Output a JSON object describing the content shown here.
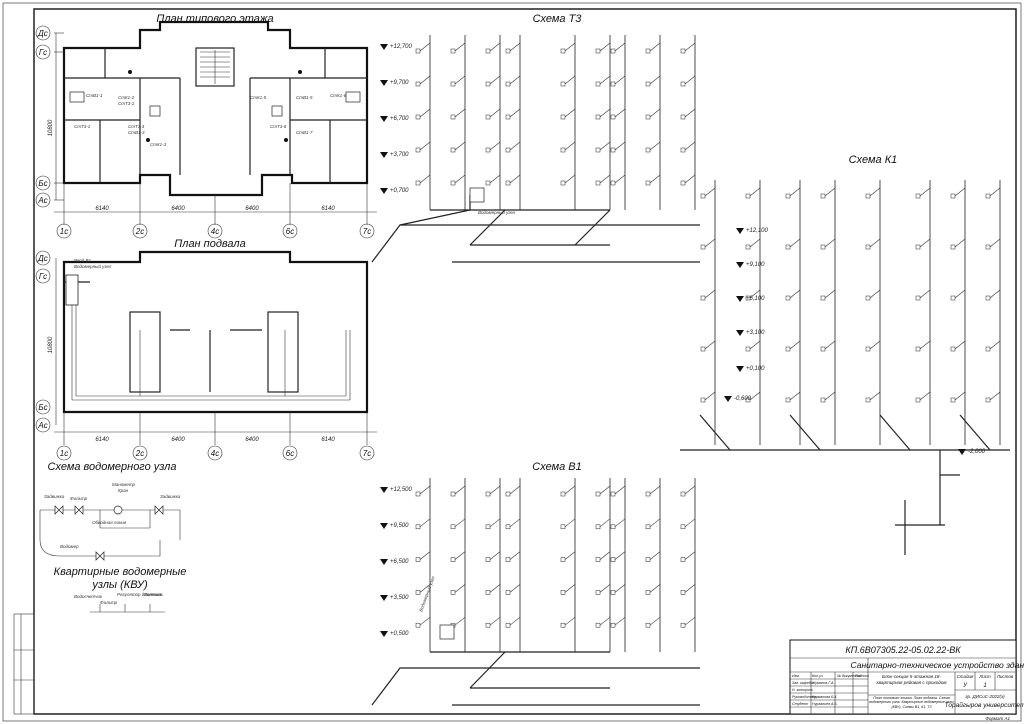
{
  "floor_plan": {
    "title": "План типового этажа",
    "axes_rows": [
      "Дс",
      "Гс",
      "Бс",
      "Ас"
    ],
    "axes_cols": [
      "1с",
      "2с",
      "4с",
      "6с",
      "7с"
    ],
    "dims": [
      "6140",
      "6400",
      "6400",
      "6140"
    ],
    "height_dim": "10800"
  },
  "basement_plan": {
    "title": "План подвала",
    "axes_rows": [
      "Дс",
      "Гс",
      "Бс",
      "Ас"
    ],
    "axes_cols": [
      "1с",
      "2с",
      "4с",
      "6с",
      "7с"
    ],
    "dims": [
      "6140",
      "6400",
      "6400",
      "6140"
    ],
    "height_dim": "10800",
    "labels": [
      "Ввод В1",
      "Водомерный узел"
    ]
  },
  "t3_scheme": {
    "title": "Схема Т3",
    "levels": [
      "+12,700",
      "+9,700",
      "+6,700",
      "+3,700",
      "+0,700"
    ],
    "label_unit": "Водомерный узел"
  },
  "k1_scheme": {
    "title": "Схема К1",
    "levels": [
      "+12,100",
      "+9,100",
      "+6,100",
      "+3,100",
      "+0,100",
      "-0,600",
      "-2,000"
    ]
  },
  "b1_scheme": {
    "title": "Схема В1",
    "levels": [
      "+12,500",
      "+9,500",
      "+6,500",
      "+3,500",
      "+0,500"
    ],
    "label_unit": "Водомерный узел"
  },
  "meter_unit": {
    "title": "Схема водомерного узла",
    "labels": [
      "Задвижка",
      "Фильтр",
      "Манометр",
      "Кран",
      "Задвижка",
      "Обводная линия",
      "Водомер"
    ]
  },
  "apt_meter": {
    "title_line1": "Квартирные водомерные",
    "title_line2": "узлы (КВУ)",
    "labels": [
      "Водосчетчик",
      "Регулятор давления",
      "Фильтр",
      "Вентиль"
    ]
  },
  "title_block": {
    "code": "КП.6В07305.22-05.02.22-ВК",
    "main_title": "Санитарно-техническое устройство зданий",
    "object": "Блок-секция 5-этажная 18-квартирная рядовая с проходом",
    "sheet_content": "План типового этажа. План подвала. Схема водомерного узла. Квартирные водомерные узлы (КВУ). Схемы В1, К1, Т3",
    "stage_header": "Стадия",
    "sheet_header": "Лист",
    "sheets_header": "Листов",
    "stage": "У",
    "sheet": "1",
    "sheets": "",
    "group": "гр. ДИСиС-2022(э)",
    "university": "Торайгыров университет",
    "format": "Формат А1",
    "rows": [
      {
        "role": "Изм.",
        "name": "Кол.уч",
        "sign": "Лист",
        "doc": "№ документа",
        "pod": "Подпись",
        "date": "Дата"
      },
      {
        "role": "Зав. кафедр.",
        "name": "Жуманов Г.А.",
        "sign": "",
        "doc": "",
        "pod": "",
        "date": ""
      },
      {
        "role": "Н. контроль",
        "name": "",
        "sign": "",
        "doc": "",
        "pod": "",
        "date": ""
      },
      {
        "role": "Руководитель",
        "name": "Курманова Б.К.",
        "sign": "",
        "doc": "",
        "pod": "",
        "date": ""
      },
      {
        "role": "Студент",
        "name": "Нургалиев А.Б.",
        "sign": "",
        "doc": "",
        "pod": "",
        "date": ""
      }
    ]
  }
}
